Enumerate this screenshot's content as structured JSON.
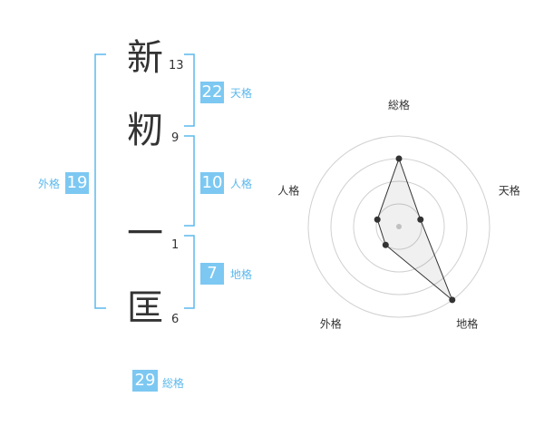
{
  "name": {
    "chars": [
      {
        "char": "新",
        "strokes": "13"
      },
      {
        "char": "籾",
        "strokes": "9"
      },
      {
        "char": "一",
        "strokes": "1"
      },
      {
        "char": "匡",
        "strokes": "6"
      }
    ]
  },
  "kaku": {
    "tenkaku": {
      "value": "22",
      "label": "天格"
    },
    "jinkaku": {
      "value": "10",
      "label": "人格"
    },
    "chikaku": {
      "value": "7",
      "label": "地格"
    },
    "gaikaku": {
      "value": "19",
      "label": "外格"
    },
    "soukaku": {
      "value": "29",
      "label": "総格"
    }
  },
  "colors": {
    "accent": "#7cc8f2",
    "accent_text": "#5bb8ee",
    "bracket": "#5bb8ee",
    "text": "#333333"
  },
  "chart_data": {
    "type": "radar",
    "axes": [
      "総格",
      "天格",
      "地格",
      "外格",
      "人格"
    ],
    "rings": 4,
    "max": 4,
    "values": [
      3,
      1,
      4,
      1,
      1
    ]
  }
}
